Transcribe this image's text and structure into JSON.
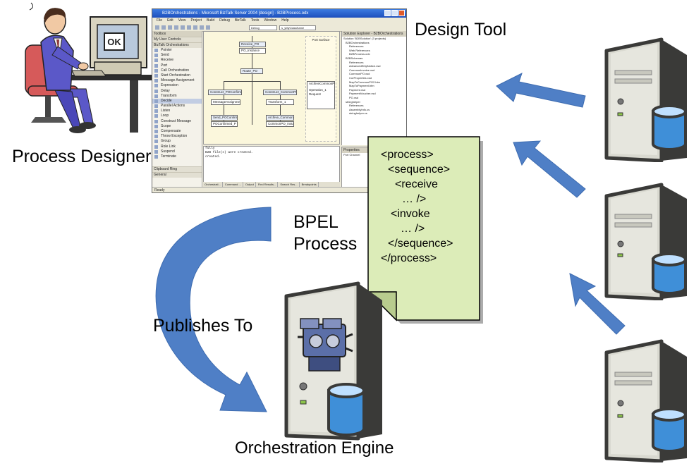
{
  "labels": {
    "design_tool": "Design Tool",
    "process_designer": "Process Designer",
    "bpel_line1": "BPEL",
    "bpel_line2": "Process",
    "publishes_to": "Publishes To",
    "orchestration_engine": "Orchestration Engine"
  },
  "monitor_text": "OK",
  "bpel_code": [
    "<process>",
    "<sequence>",
    "<receive",
    "… />",
    "<invoke",
    "… />",
    "</sequence>",
    "</process>"
  ],
  "ide": {
    "title": "B2BOrchestrations - Microsoft BizTalk Server 2004 [design] - B2BProcess.odx",
    "menu": [
      "File",
      "Edit",
      "View",
      "Project",
      "Build",
      "Debug",
      "BizTalk",
      "Tools",
      "Window",
      "Help"
    ],
    "toolbar_config": "Debug",
    "toolbar_class": "s_yMyClassName",
    "toolbox_title": "Toolbox",
    "toolbox_groups": [
      "My User Controls",
      "BizTalk Orchestrations"
    ],
    "toolbox_items": [
      "Pointer",
      "Send",
      "Receive",
      "Port",
      "Call Orchestration",
      "Start Orchestration",
      "Message Assignment",
      "Expression",
      "Delay",
      "Transform",
      "Decide",
      "Parallel Actions",
      "Listen",
      "Loop",
      "Construct Message",
      "Scope",
      "Compensate",
      "Throw Exception",
      "Group",
      "Role Link",
      "Suspend",
      "Terminate"
    ],
    "toolbox_footer": [
      "Clipboard Ring",
      "General"
    ],
    "port_surface": "Port Surface",
    "shapes": {
      "receive": "Receive_PO",
      "po_instance": "PO_Instance",
      "route": "Route_PO",
      "construct_left": "Construct_POConfirmed",
      "construct_right": "Construct_CommonPO",
      "msg_assign": "MessageAssignment_1",
      "transform": "Transform_1",
      "send_left": "Send_POConfirmed",
      "archive": "Archive_CommonPO",
      "po_confirmed": "POConfirmed_P",
      "common_po": "CommonPO_Insta",
      "port_name": "ArchiveCommonPO...",
      "operation": "Operation_1",
      "request": "Request"
    },
    "output_lines": [
      "fully",
      "B2B file(s) were created.",
      "created."
    ],
    "solution_title": "Solution Explorer - B2BOrchestrations",
    "solution_rows": [
      "Solution 'B2BSolution' (3 projects)",
      "B2BOrchestrations",
      "References",
      "Web References",
      "B2BProcess.odx",
      "B2BSchemas",
      "References",
      "AdvancedShipNotice.xsd",
      "CommonInvoice.xsd",
      "CommonPO.xsd",
      "CorProperties.xsd",
      "MapToCommonPO2.btm",
      "MapToPayment.btm",
      "Payment.xsd",
      "PaymentVoucher.xsd",
      "PO.xsd",
      "stringhelper",
      "References",
      "AssemblyInfo.cs",
      "stringhelper.cs"
    ],
    "properties_title": "Properties",
    "properties_item": "Port Channel",
    "bottom_tabs": [
      "Orchestrati...",
      "Command ...",
      "Output",
      "Find Results...",
      "Search Res...",
      "Breakpoints"
    ],
    "status": "Ready"
  },
  "colors": {
    "arrow_blue": "#4f7fc6",
    "doc_fill": "#dcecb8",
    "doc_border": "#000000",
    "server_body": "#d9d9d0",
    "db_cylinder": "#3f8fd8",
    "server_bezel": "#3a3a38",
    "person_suit": "#5b58c8",
    "chair_red": "#d65a5a"
  }
}
